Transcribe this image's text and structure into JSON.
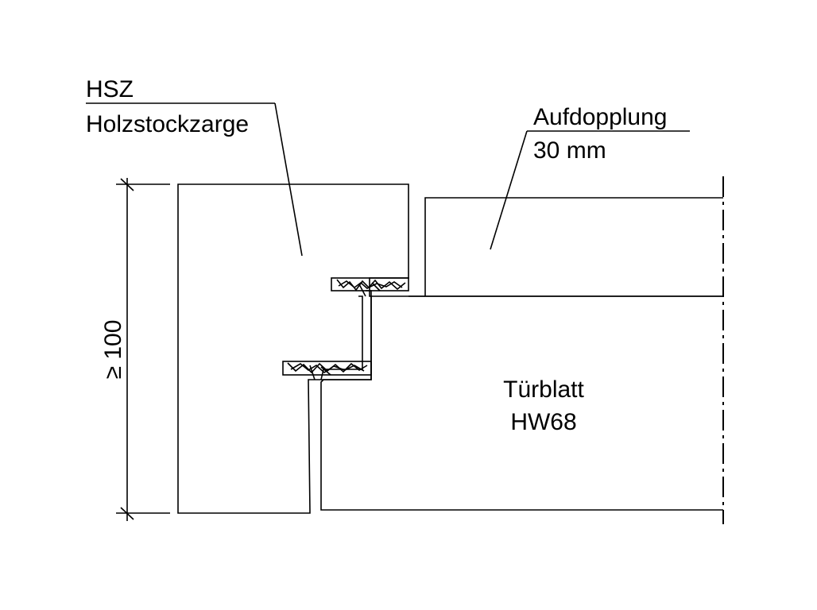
{
  "labels": {
    "frame_code": "HSZ",
    "frame_name": "Holzstockzarge",
    "lining_name": "Aufdopplung",
    "lining_thickness": "30 mm",
    "leaf_name": "Türblatt",
    "leaf_type": "HW68",
    "dimension": "≥ 100"
  },
  "colors": {
    "frame_fill": "#dcdcdc",
    "leaf_fill": "#dcdcdc",
    "lining_fill": "#999999",
    "gasket_fill": "#ffffff",
    "line": "#000000",
    "background": "#ffffff"
  }
}
